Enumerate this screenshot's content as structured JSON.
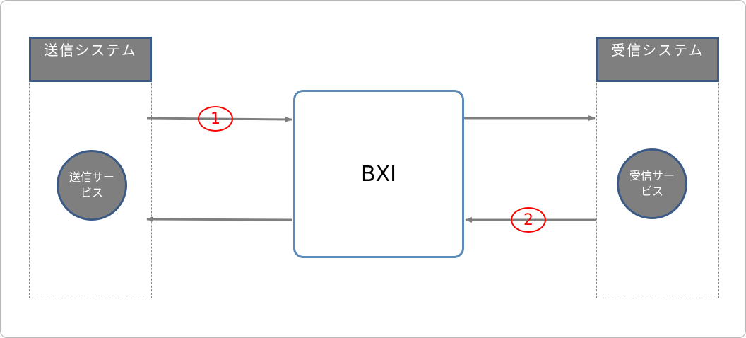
{
  "sender": {
    "system_label": "送信システム",
    "service_label": "送信サービス"
  },
  "receiver": {
    "system_label": "受信システム",
    "service_label": "受信サービス"
  },
  "center": {
    "label": "BXI"
  },
  "steps": {
    "step1": "1",
    "step2": "2"
  },
  "colors": {
    "header_fill": "#7f7f7f",
    "header_border": "#3b5a86",
    "bxi_border": "#5b8bb9",
    "arrow": "#7f7f7f",
    "step_marker": "#ff0000"
  }
}
